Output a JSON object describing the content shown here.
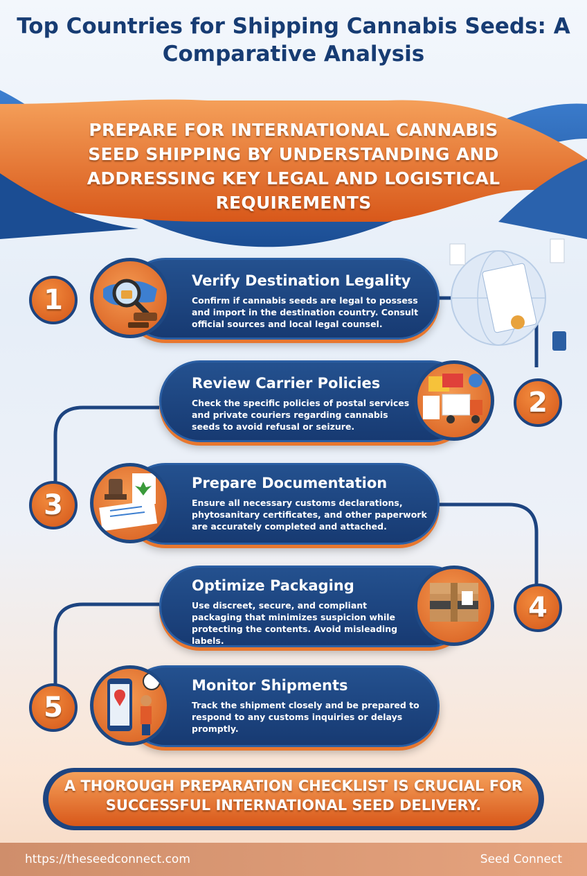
{
  "title": "Top Countries for Shipping Cannabis Seeds: A Comparative Analysis",
  "banner": "PREPARE FOR INTERNATIONAL CANNABIS SEED SHIPPING BY UNDERSTANDING AND ADDRESSING KEY LEGAL AND LOGISTICAL REQUIREMENTS",
  "steps": [
    {
      "number": "1",
      "title": "Verify Destination Legality",
      "text": "Confirm if cannabis seeds are legal to possess and import in the destination country. Consult official sources and local legal counsel.",
      "icon": "legal-gavel-icon"
    },
    {
      "number": "2",
      "title": "Review Carrier Policies",
      "text": "Check the specific policies of postal services and private couriers regarding cannabis seeds to avoid refusal or seizure.",
      "icon": "delivery-truck-icon"
    },
    {
      "number": "3",
      "title": "Prepare Documentation",
      "text": "Ensure all necessary customs declarations, phytosanitary certificates, and other paperwork are accurately completed and attached.",
      "icon": "documents-stamp-icon"
    },
    {
      "number": "4",
      "title": "Optimize Packaging",
      "text": "Use discreet, secure, and compliant packaging that minimizes suspicion while protecting the contents. Avoid misleading labels.",
      "icon": "package-box-icon"
    },
    {
      "number": "5",
      "title": "Monitor Shipments",
      "text": "Track the shipment closely and be prepared to respond to any customs inquiries or delays promptly.",
      "icon": "phone-tracking-icon"
    }
  ],
  "conclusion": "A THOROUGH PREPARATION CHECKLIST IS CRUCIAL FOR SUCCESSFUL INTERNATIONAL SEED DELIVERY.",
  "footer": {
    "url": "https://theseedconnect.com",
    "brand": "Seed Connect"
  },
  "colors": {
    "navy": "#173c73",
    "orange": "#e8772e",
    "blue": "#24518f"
  }
}
